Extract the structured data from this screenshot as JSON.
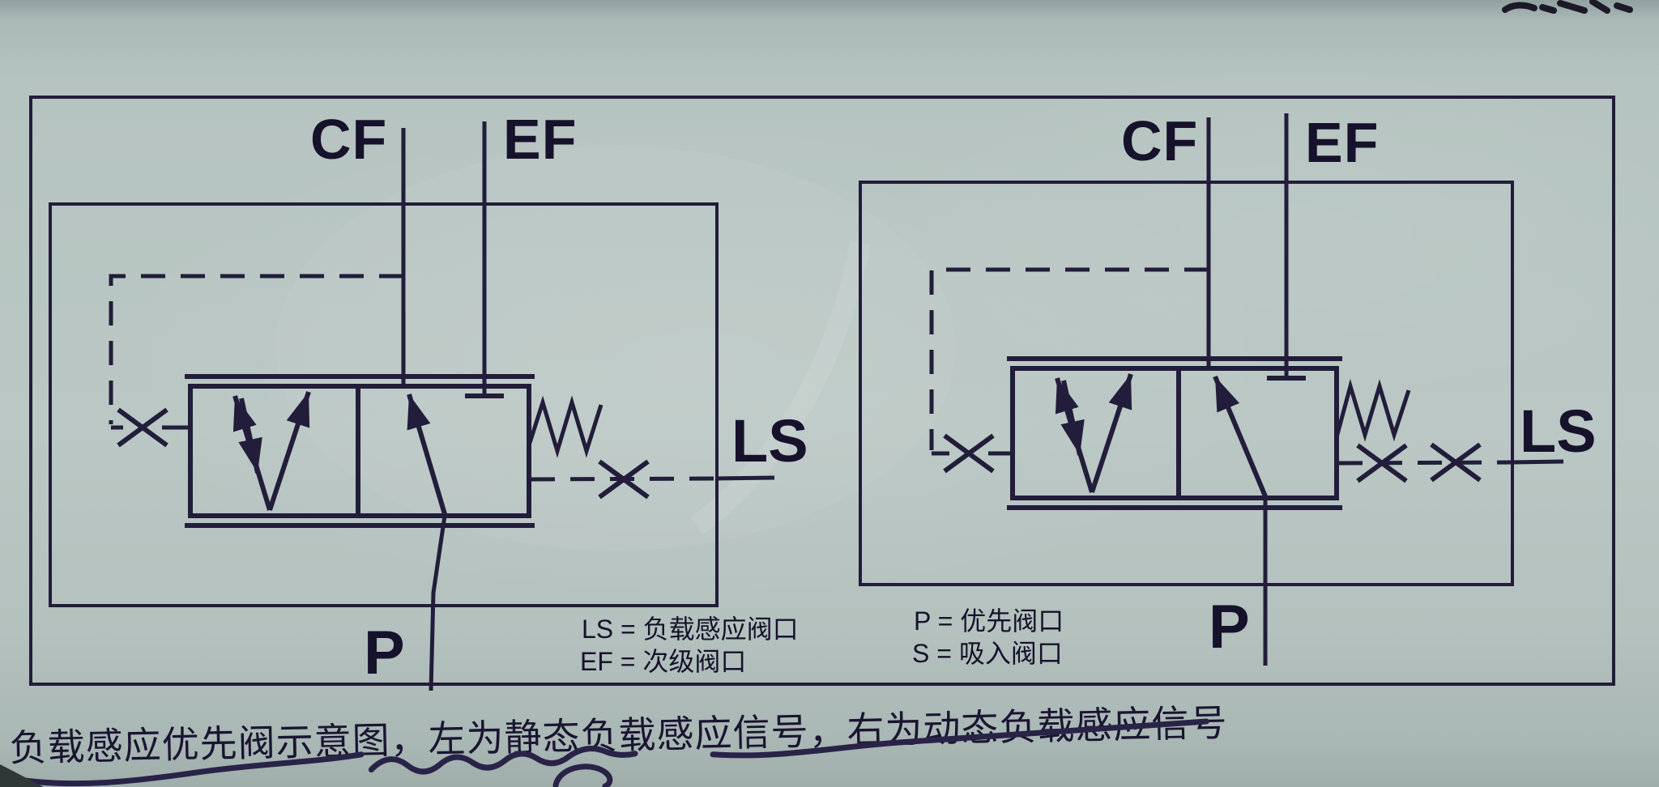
{
  "photo": {
    "paper_color": "#b8c5c2",
    "ink_color": "#221d3a"
  },
  "figure": {
    "left_diagram": {
      "signal_type": "静态负载感应信号",
      "port_labels": {
        "cf": "CF",
        "ef": "EF",
        "ls": "LS",
        "p": "P"
      },
      "ls_line_orifices": 1,
      "has_spring": true,
      "legend_lines": [
        "LS = 负载感应阀口",
        "EF = 次级阀口"
      ]
    },
    "right_diagram": {
      "signal_type": "动态负载感应信号",
      "port_labels": {
        "cf": "CF",
        "ef": "EF",
        "ls": "LS",
        "p": "P"
      },
      "ls_line_orifices": 2,
      "has_spring": true,
      "legend_lines": [
        "P = 优先阀口",
        "S = 吸入阀口"
      ]
    }
  },
  "caption": "负载感应优先阀示意图，左为静态负载感应信号，右为动态负载感应信号"
}
